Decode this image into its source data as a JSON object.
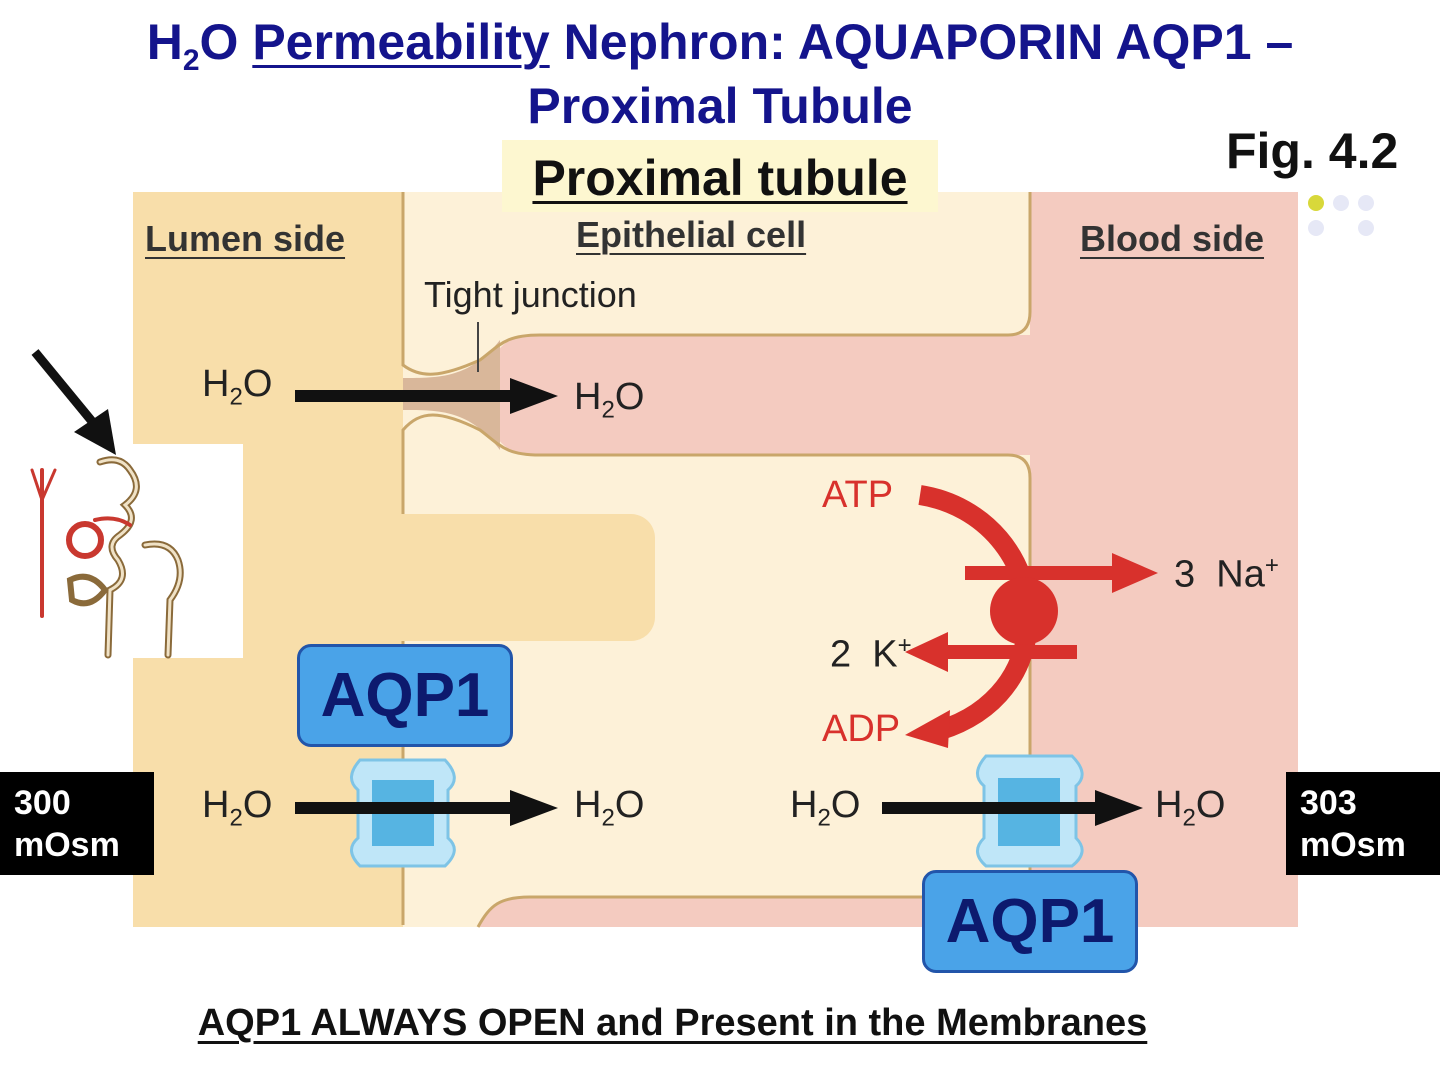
{
  "title": {
    "part1_h": "H",
    "part1_sub": "2",
    "part1_o": "O",
    "part2_underlined": "Permeability",
    "part3": "Nephron: AQUAPORIN AQP1 –",
    "line2": "Proximal Tubule"
  },
  "figure_label": "Fig. 4.2",
  "diagram": {
    "heading": "Proximal tubule",
    "columns": {
      "lumen": "Lumen side",
      "epithelial": "Epithelial cell",
      "blood": "Blood side"
    },
    "tight_junction_label": "Tight junction",
    "water": {
      "h": "H",
      "sub": "2",
      "o": "O"
    },
    "pump": {
      "atp": "ATP",
      "adp": "ADP",
      "na_count": "3",
      "na_ion": "Na",
      "na_charge": "+",
      "k_count": "2",
      "k_ion": "K",
      "k_charge": "+"
    },
    "aqp_labels": [
      "AQP1",
      "AQP1"
    ],
    "osmolarity_left": {
      "value": "300",
      "unit": "mOsm"
    },
    "osmolarity_right": {
      "value": "303",
      "unit": "mOsm"
    }
  },
  "footer": "AQP1 ALWAYS OPEN and Present in the Membranes",
  "colors": {
    "lumen_fill": "#f8deaa",
    "cell_fill": "#fdf1d8",
    "blood_fill": "#f4cbc0",
    "pump_red": "#d8312c",
    "title_blue": "#14148c",
    "aqp_blue": "#4aa3e8",
    "channel_blue": "#bfe6f8"
  },
  "icons": [
    "nephron-thumbnail-icon",
    "pointer-arrow-icon",
    "na-k-pump-icon",
    "aquaporin-channel-icon"
  ]
}
